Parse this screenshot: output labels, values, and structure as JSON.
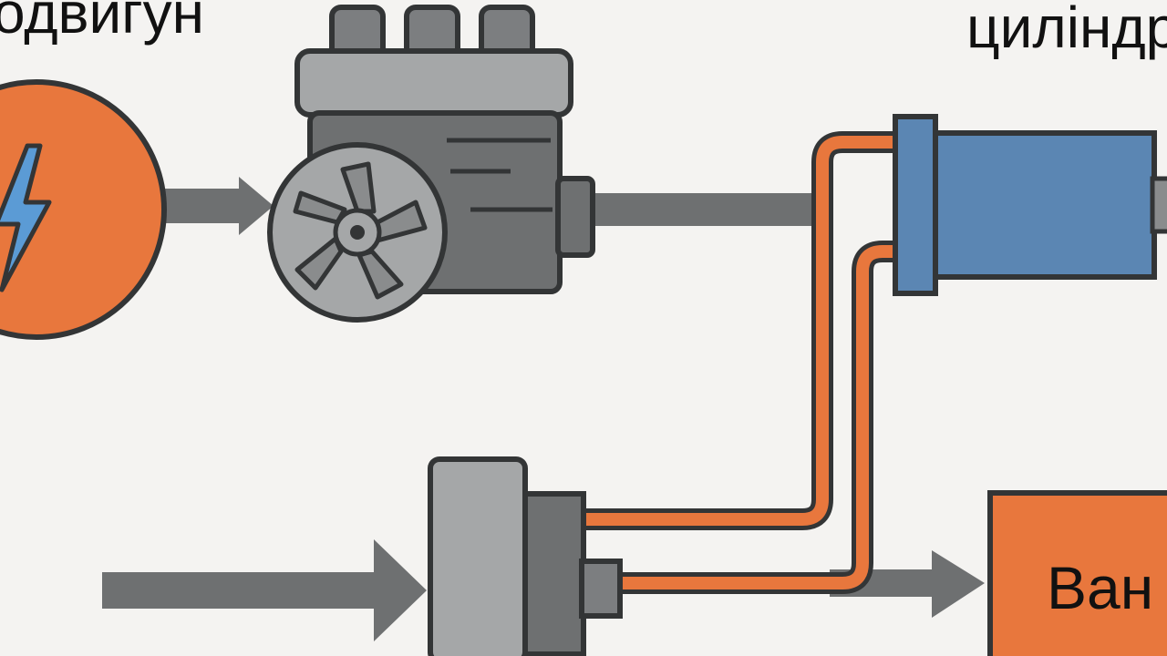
{
  "labels": {
    "motor": "одвигун",
    "cylinder": "циліндр",
    "bath": "Ван"
  },
  "colors": {
    "background": "#f4f3f1",
    "orange": "#e8773d",
    "gray_dark": "#6e7071",
    "gray_mid": "#8a8c8d",
    "gray_light": "#a5a7a8",
    "blue": "#5b86b3",
    "outline": "#333536",
    "lightning_blue": "#5b9bd5"
  },
  "icons": [
    "lightning-icon",
    "fan-icon",
    "arrow-right-icon"
  ]
}
